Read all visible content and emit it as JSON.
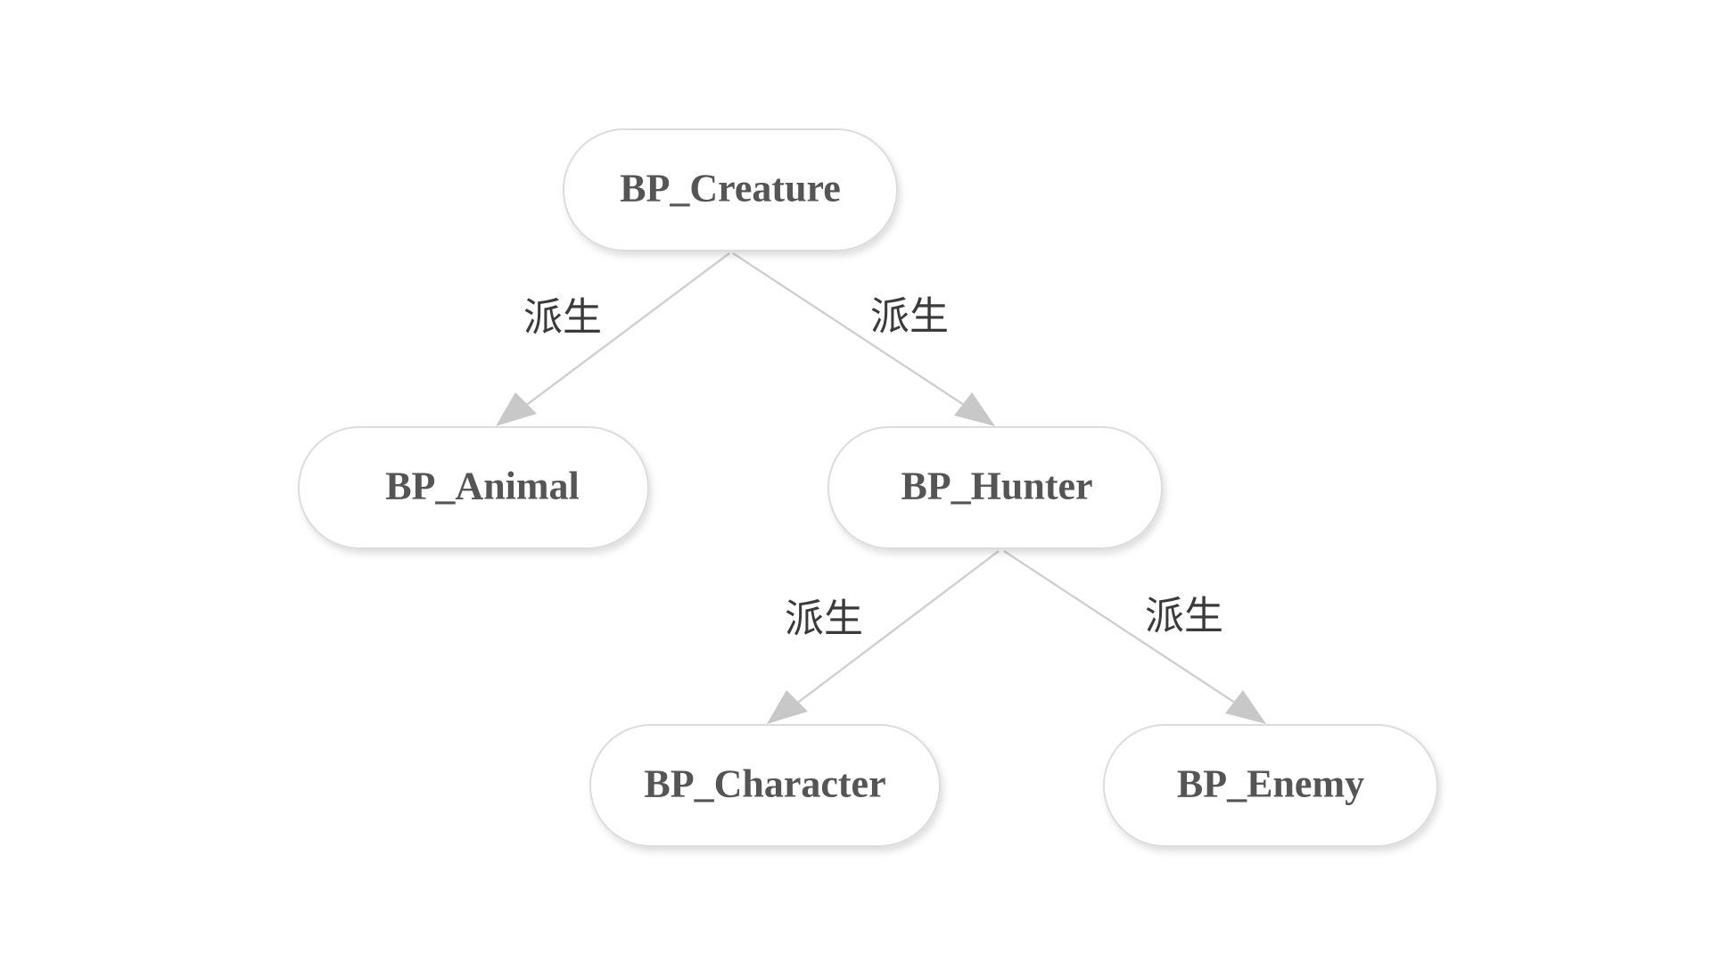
{
  "diagram": {
    "nodes": [
      {
        "id": "creature",
        "label": "BP_Creature"
      },
      {
        "id": "animal",
        "label": "BP_Animal"
      },
      {
        "id": "hunter",
        "label": "BP_Hunter"
      },
      {
        "id": "character",
        "label": "BP_Character"
      },
      {
        "id": "enemy",
        "label": "BP_Enemy"
      }
    ],
    "edges": [
      {
        "from": "creature",
        "to": "animal",
        "label": "派生"
      },
      {
        "from": "creature",
        "to": "hunter",
        "label": "派生"
      },
      {
        "from": "hunter",
        "to": "character",
        "label": "派生"
      },
      {
        "from": "hunter",
        "to": "enemy",
        "label": "派生"
      }
    ],
    "colors": {
      "node_text": "#555555",
      "node_border": "#dcdcdc",
      "edge": "#cfcfcf",
      "arrow": "#c8c8c8",
      "label": "#3a3a3a"
    }
  }
}
